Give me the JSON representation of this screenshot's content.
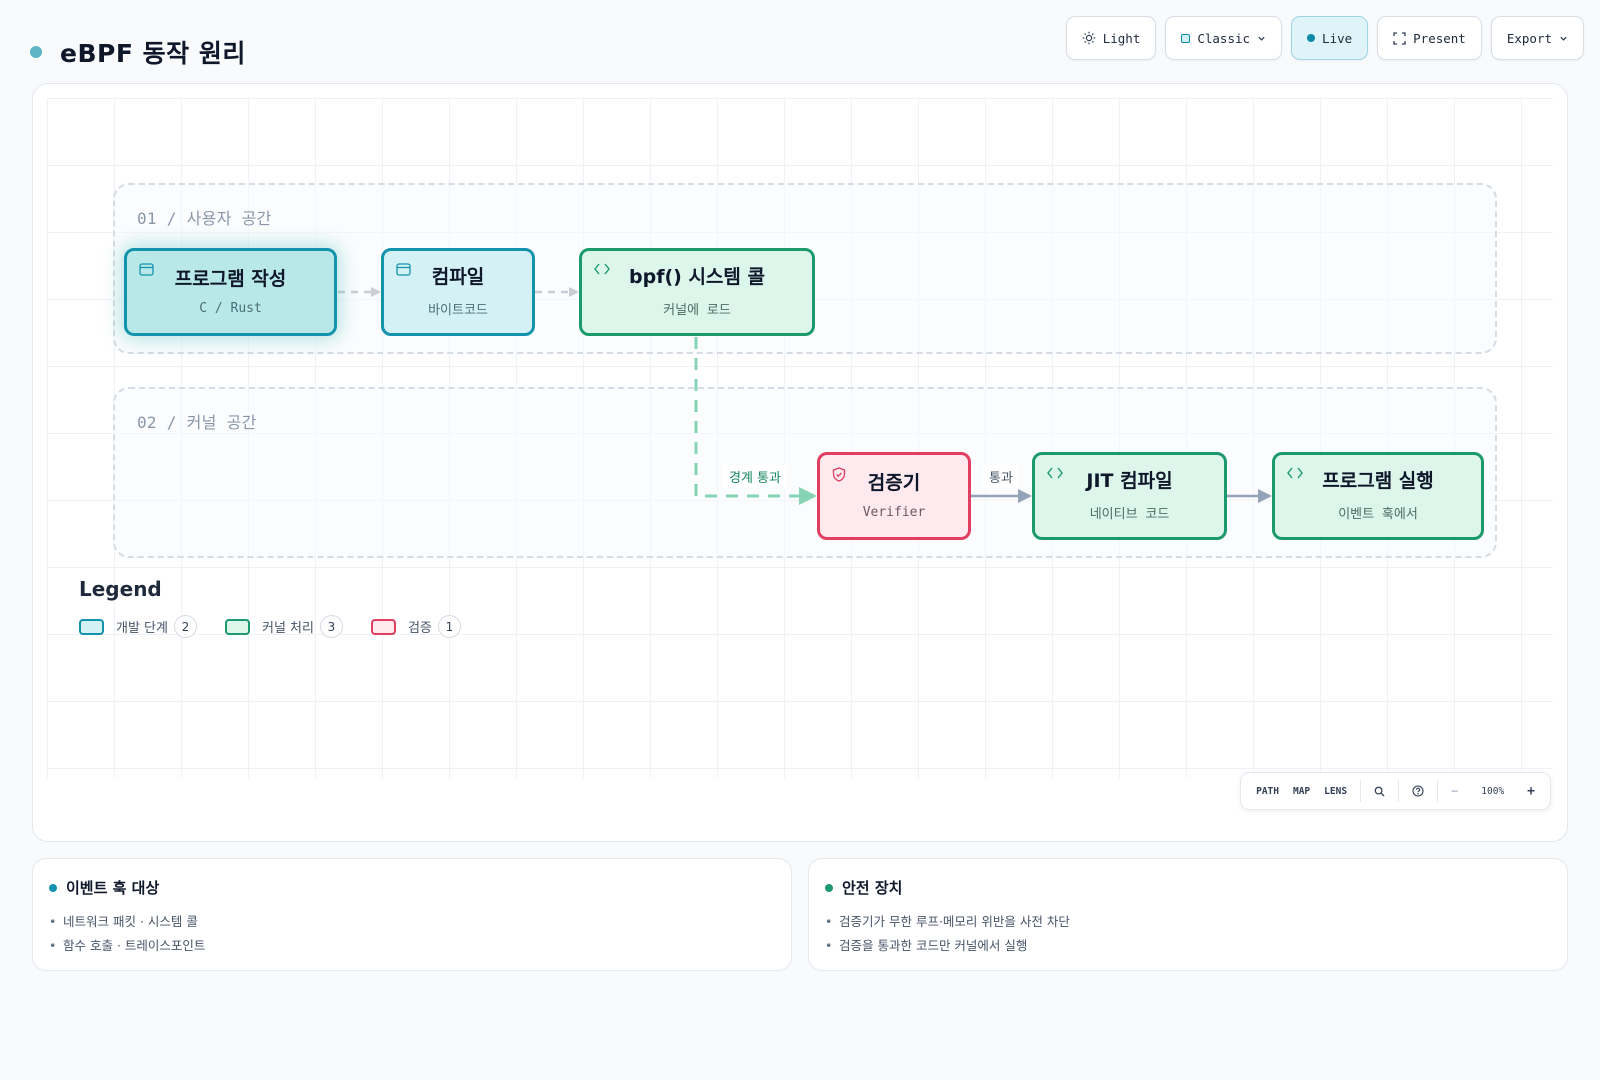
{
  "header": {
    "title": "eBPF 동작 원리"
  },
  "toolbar": {
    "light_label": "Light",
    "classic_label": "Classic",
    "live_label": "Live",
    "present_label": "Present",
    "export_label": "Export"
  },
  "lanes": [
    {
      "label": "01 / 사용자 공간"
    },
    {
      "label": "02 / 커널 공간"
    }
  ],
  "nodes": [
    {
      "title": "프로그램 작성",
      "subtitle": "C / Rust",
      "category": "dev",
      "icon": "window-icon",
      "active": true
    },
    {
      "title": "컴파일",
      "subtitle": "바이트코드",
      "category": "dev",
      "icon": "window-icon"
    },
    {
      "title": "bpf() 시스템 콜",
      "subtitle": "커널에 로드",
      "category": "kernel",
      "icon": "code-icon"
    },
    {
      "title": "검증기",
      "subtitle": "Verifier",
      "category": "verify",
      "icon": "shield-icon"
    },
    {
      "title": "JIT 컴파일",
      "subtitle": "네이티브 코드",
      "category": "kernel",
      "icon": "code-icon"
    },
    {
      "title": "프로그램 실행",
      "subtitle": "이벤트 훅에서",
      "category": "kernel",
      "icon": "code-icon"
    }
  ],
  "edges": [
    {
      "from": "프로그램 작성",
      "to": "컴파일",
      "label": ""
    },
    {
      "from": "컴파일",
      "to": "bpf() 시스템 콜",
      "label": ""
    },
    {
      "from": "bpf() 시스템 콜",
      "to": "검증기",
      "label": "경계 통과"
    },
    {
      "from": "검증기",
      "to": "JIT 컴파일",
      "label": "통과"
    },
    {
      "from": "JIT 컴파일",
      "to": "프로그램 실행",
      "label": ""
    }
  ],
  "legend": {
    "title": "Legend",
    "items": [
      {
        "label": "개발 단계",
        "count": "2"
      },
      {
        "label": "커널 처리",
        "count": "3"
      },
      {
        "label": "검증",
        "count": "1"
      }
    ]
  },
  "zoombar": {
    "path": "PATH",
    "map": "MAP",
    "lens": "LENS",
    "minus": "−",
    "zoom": "100%",
    "plus": "+"
  },
  "cards": [
    {
      "title": "이벤트 훅 대상",
      "items": [
        "네트워크 패킷 · 시스템 콜",
        "함수 호출 · 트레이스포인트"
      ]
    },
    {
      "title": "안전 장치",
      "items": [
        "검증기가 무한 루프·메모리 위반을 사전 차단",
        "검증을 통과한 코드만 커널에서 실행"
      ]
    }
  ],
  "colors": {
    "dev": "#1493ad",
    "kernel": "#1c9a6e",
    "verify": "#e23e62",
    "accent_dot": "#5fb4c6"
  }
}
